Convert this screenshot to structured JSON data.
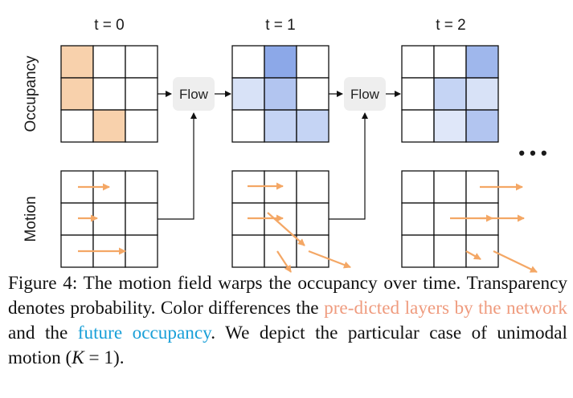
{
  "columns": [
    {
      "time_label": "t = 0",
      "occupancy": [
        [
          0.85,
          0,
          0
        ],
        [
          0.85,
          0,
          0
        ],
        [
          0,
          0.85,
          0
        ]
      ],
      "occupancy_color": "#f7c99e"
    },
    {
      "time_label": "t = 1",
      "occupancy": [
        [
          0,
          0.9,
          0
        ],
        [
          0.3,
          0.6,
          0
        ],
        [
          0,
          0.45,
          0.45
        ]
      ],
      "occupancy_color": "#7f9fe6"
    },
    {
      "time_label": "t = 2",
      "occupancy": [
        [
          0,
          0,
          0.75
        ],
        [
          0,
          0.45,
          0.3
        ],
        [
          0,
          0.25,
          0.6
        ]
      ],
      "occupancy_color": "#7f9fe6"
    }
  ],
  "row_labels": {
    "occupancy": "Occupancy",
    "motion": "Motion"
  },
  "flow_label": "Flow",
  "ellipsis": "• • •",
  "colors": {
    "grid_line": "#111111",
    "arrow": "#f4a765",
    "flow_box": "#eeeeee",
    "predicted_text": "#ef9b7e",
    "future_text": "#1aa0d8"
  },
  "caption": {
    "part1": "Figure 4: The motion field warps the occupancy over time. Transparency denotes probability. Color differences the ",
    "predicted": "pre-dicted layers by the network",
    "part2": " and the ",
    "future": "future occupancy",
    "part3": ". We depict the particular case of unimodal motion (",
    "math_var": "K",
    "math_rest": " = 1",
    "part4": ")."
  }
}
